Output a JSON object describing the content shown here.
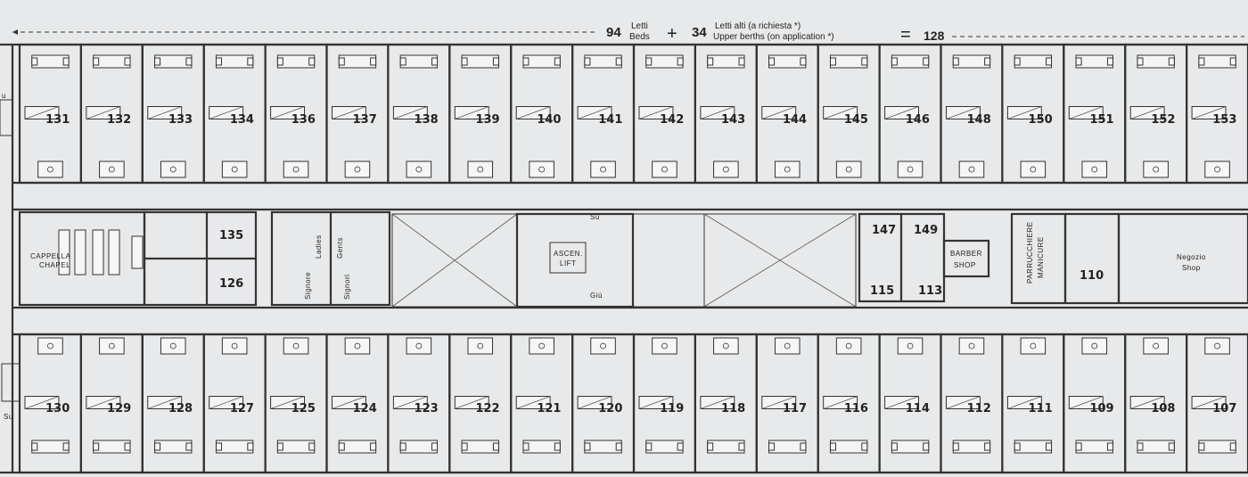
{
  "header": {
    "beds_count": "94",
    "beds_it": "Letti",
    "beds_en": "Beds",
    "plus": "+",
    "upper_count": "34",
    "upper_it": "Letti alti (a richiesta *)",
    "upper_en": "Upper berths (on application *)",
    "equals": "=",
    "total": "128"
  },
  "top_cabins": [
    "131",
    "132",
    "133",
    "134",
    "136",
    "137",
    "138",
    "139",
    "140",
    "141",
    "142",
    "143",
    "144",
    "145",
    "146",
    "148",
    "150",
    "151",
    "152",
    "153"
  ],
  "bottom_cabins": [
    "130",
    "129",
    "128",
    "127",
    "125",
    "124",
    "123",
    "122",
    "121",
    "120",
    "119",
    "118",
    "117",
    "116",
    "114",
    "112",
    "111",
    "109",
    "108",
    "107"
  ],
  "middle_cabins": [
    "135",
    "126",
    "147",
    "149",
    "115",
    "113",
    "110"
  ],
  "labels": {
    "chapel_it": "CAPPELLA",
    "chapel_en": "CHAPEL",
    "ladies_it": "Signore",
    "ladies_en": "Ladies",
    "gents_it": "Signori",
    "gents_en": "Gents",
    "lift_it": "ASCEN.",
    "lift_en": "LIFT",
    "up": "Su",
    "down": "Giù",
    "barber_1": "BARBER",
    "barber_2": "SHOP",
    "hair_it": "PARRUCCHIERE",
    "hair_en": "MANICURE",
    "shop_it": "Negozio",
    "shop_en": "Shop",
    "stair_up_left_top": "u",
    "stair_up_left_bottom": "Su"
  },
  "colors": {
    "paper": "#e8e9ea",
    "ink": "#333333"
  }
}
